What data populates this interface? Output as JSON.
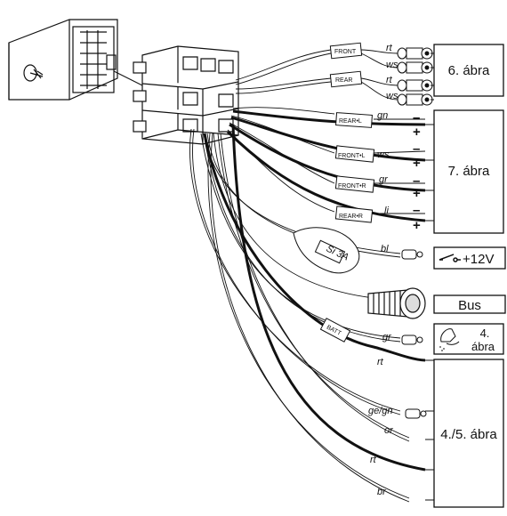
{
  "groups": {
    "fig6": "6. ábra",
    "fig7": "7. ábra",
    "plus12v": "+12V",
    "bus": "Bus",
    "fig4_line1": "4.",
    "fig4_line2": "ábra",
    "fig45": "4./5. ábra"
  },
  "plugs": {
    "front": "FRONT",
    "rear": "REAR",
    "rear_l": "REAR•L",
    "front_l": "FRONT•L",
    "front_r": "FRONT•R",
    "rear_r": "REAR•R",
    "batt": "BATT",
    "fuse": "Si 3A"
  },
  "wires": {
    "rca_rt1": "rt",
    "rca_ws1": "ws",
    "rca_rt2": "rt",
    "rca_ws2": "ws",
    "gn": "gn",
    "ws": "ws",
    "gr1": "gr",
    "li": "li",
    "bl": "bl",
    "gr2": "gr",
    "rt1": "rt",
    "ge_gn": "ge/gn",
    "or": "or",
    "rt2": "rt",
    "br": "br"
  },
  "polarity": {
    "minus": "–",
    "plus": "+"
  },
  "icons": [
    "connector-block",
    "rca-jack",
    "fuse-holder",
    "key-switch",
    "bus-connector",
    "phone-hand"
  ]
}
